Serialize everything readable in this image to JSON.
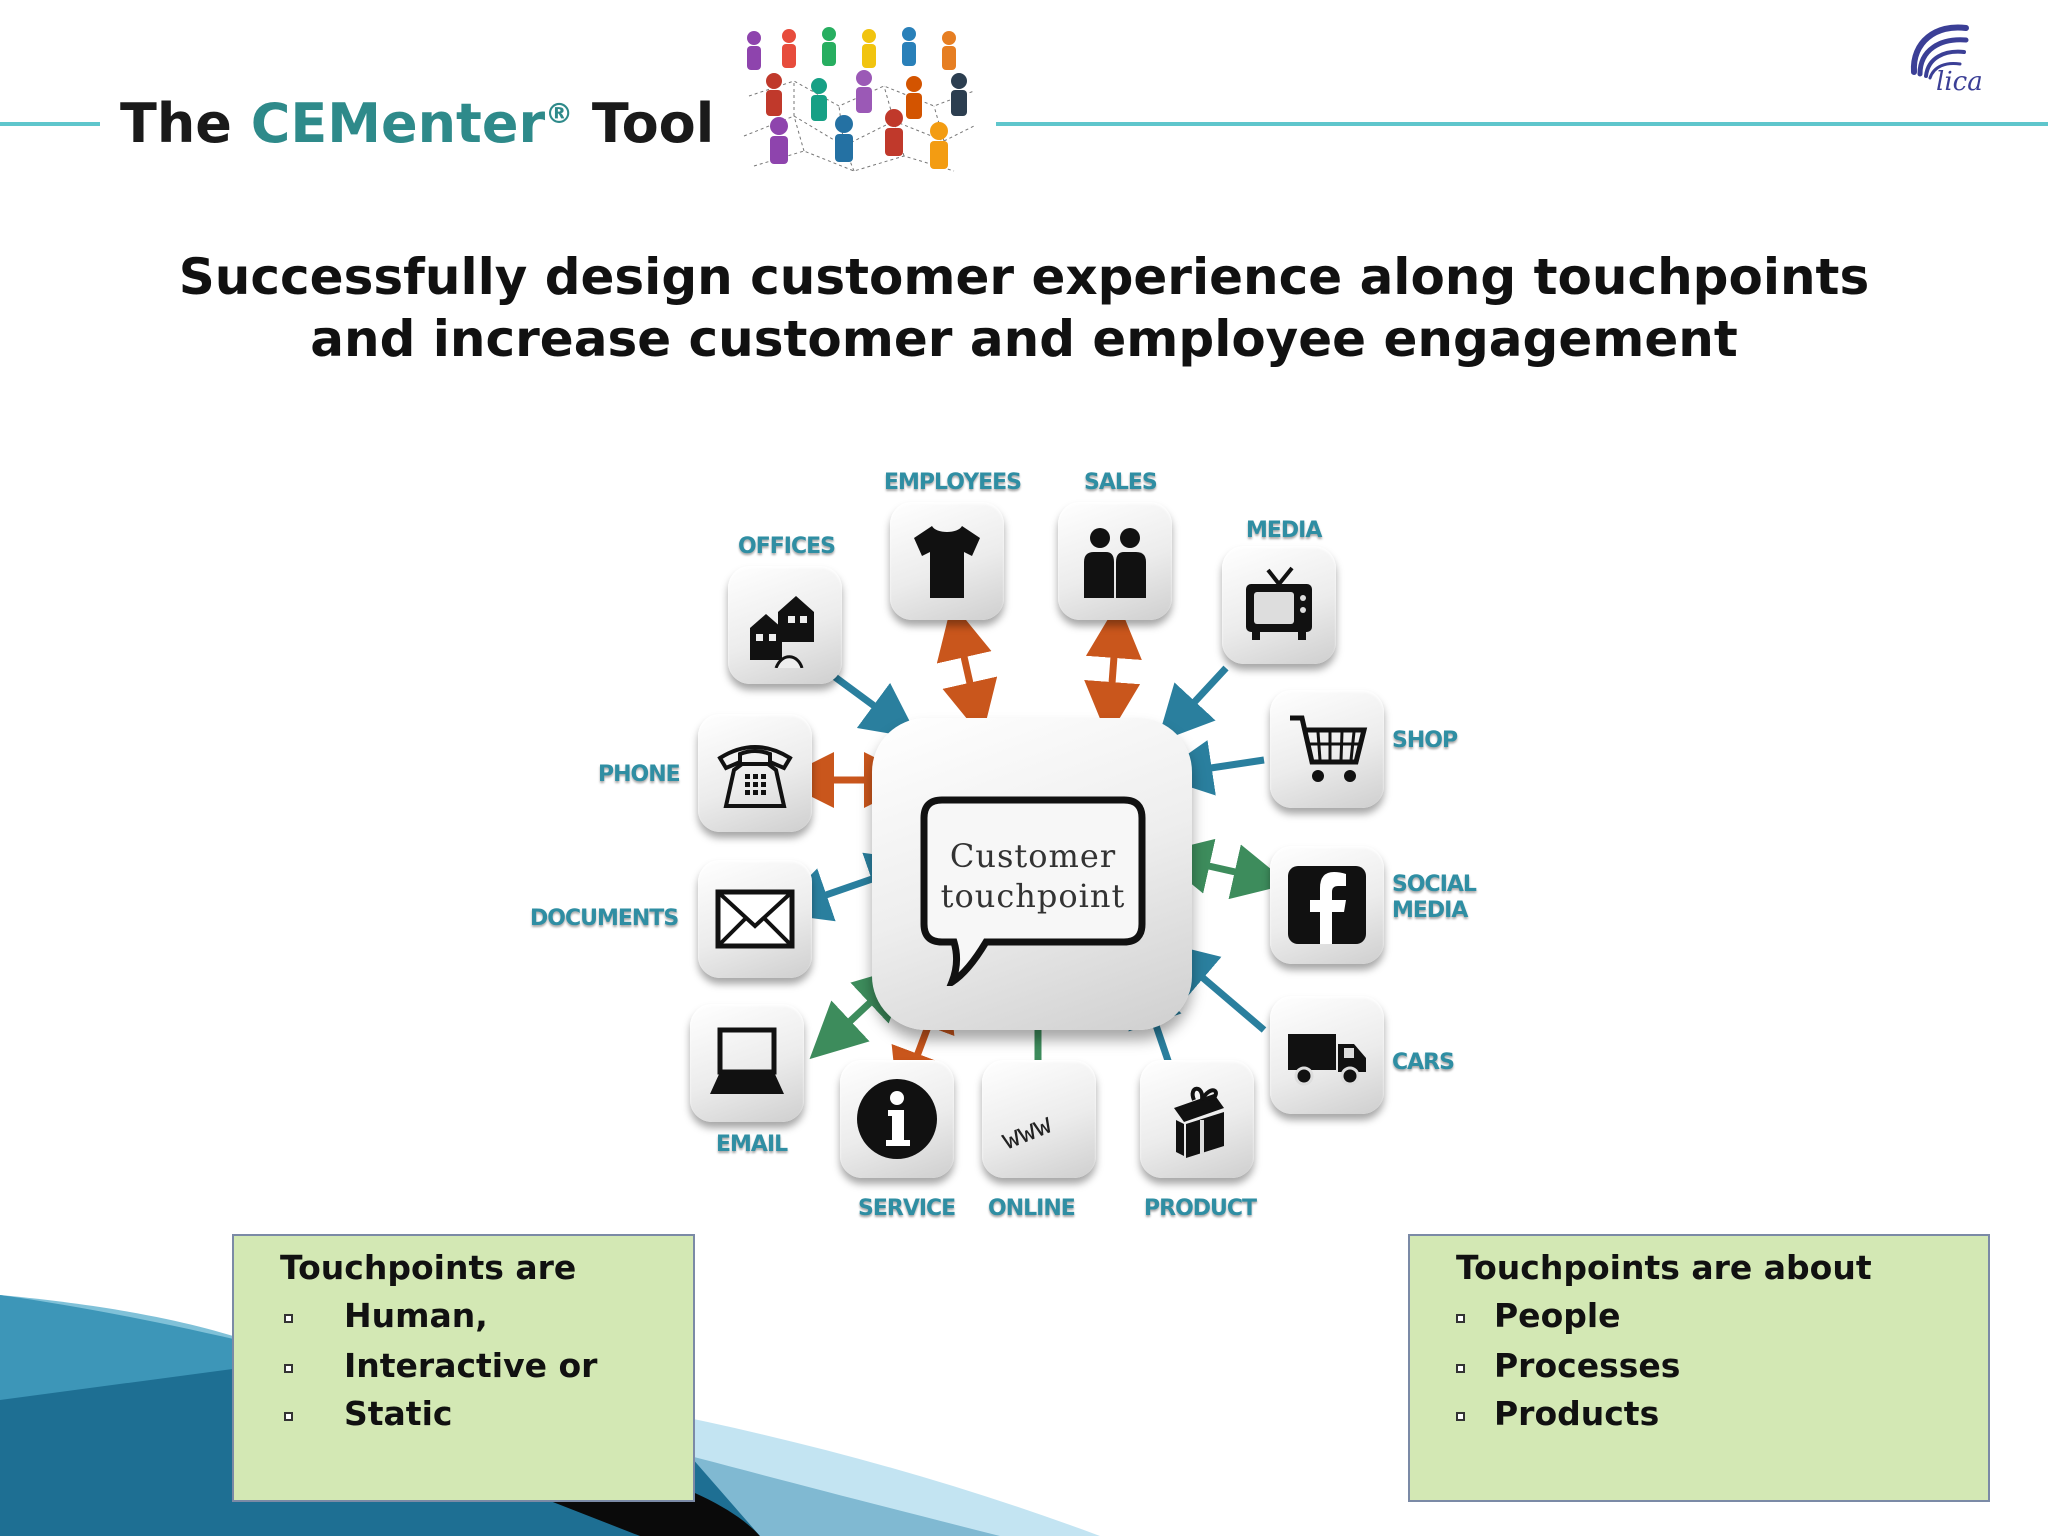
{
  "header": {
    "title_prefix": "The",
    "brand": "CEMenter",
    "brand_mark": "®",
    "title_suffix": "Tool",
    "logo_text": "lica",
    "rule_color": "#5fc6cc",
    "brand_color": "#2e8a8a"
  },
  "headline": {
    "line1": "Successfully design customer experience along touchpoints",
    "line2": "and increase customer and employee engagement"
  },
  "diagram": {
    "center_line1": "Customer",
    "center_line2": "touchpoint",
    "label_color": "#2f8ea3",
    "arrow_colors": {
      "orange": "#c9561c",
      "blue": "#2a7f9e",
      "green": "#3d8c5c"
    },
    "touchpoints": [
      {
        "id": "offices",
        "label": "OFFICES",
        "icon": "houses-icon"
      },
      {
        "id": "employees",
        "label": "EMPLOYEES",
        "icon": "tshirt-icon"
      },
      {
        "id": "sales",
        "label": "SALES",
        "icon": "people-icon"
      },
      {
        "id": "media",
        "label": "MEDIA",
        "icon": "tv-icon"
      },
      {
        "id": "shop",
        "label": "SHOP",
        "icon": "cart-icon"
      },
      {
        "id": "social",
        "label": "SOCIAL",
        "label2": "MEDIA",
        "icon": "facebook-icon"
      },
      {
        "id": "cars",
        "label": "CARS",
        "icon": "truck-icon"
      },
      {
        "id": "product",
        "label": "PRODUCT",
        "icon": "gift-icon"
      },
      {
        "id": "online",
        "label": "ONLINE",
        "icon": "www-icon"
      },
      {
        "id": "service",
        "label": "SERVICE",
        "icon": "info-icon"
      },
      {
        "id": "email",
        "label": "EMAIL",
        "icon": "laptop-icon"
      },
      {
        "id": "documents",
        "label": "DOCUMENTS",
        "icon": "envelope-icon"
      },
      {
        "id": "phone",
        "label": "PHONE",
        "icon": "telephone-icon"
      }
    ]
  },
  "left_box": {
    "heading": "Touchpoints are",
    "items": [
      "Human,",
      "Interactive or",
      "Static"
    ],
    "background": "#d3e8b4"
  },
  "right_box": {
    "heading": "Touchpoints are about",
    "items": [
      "People",
      "Processes",
      "Products"
    ],
    "background": "#d3e8b4"
  }
}
